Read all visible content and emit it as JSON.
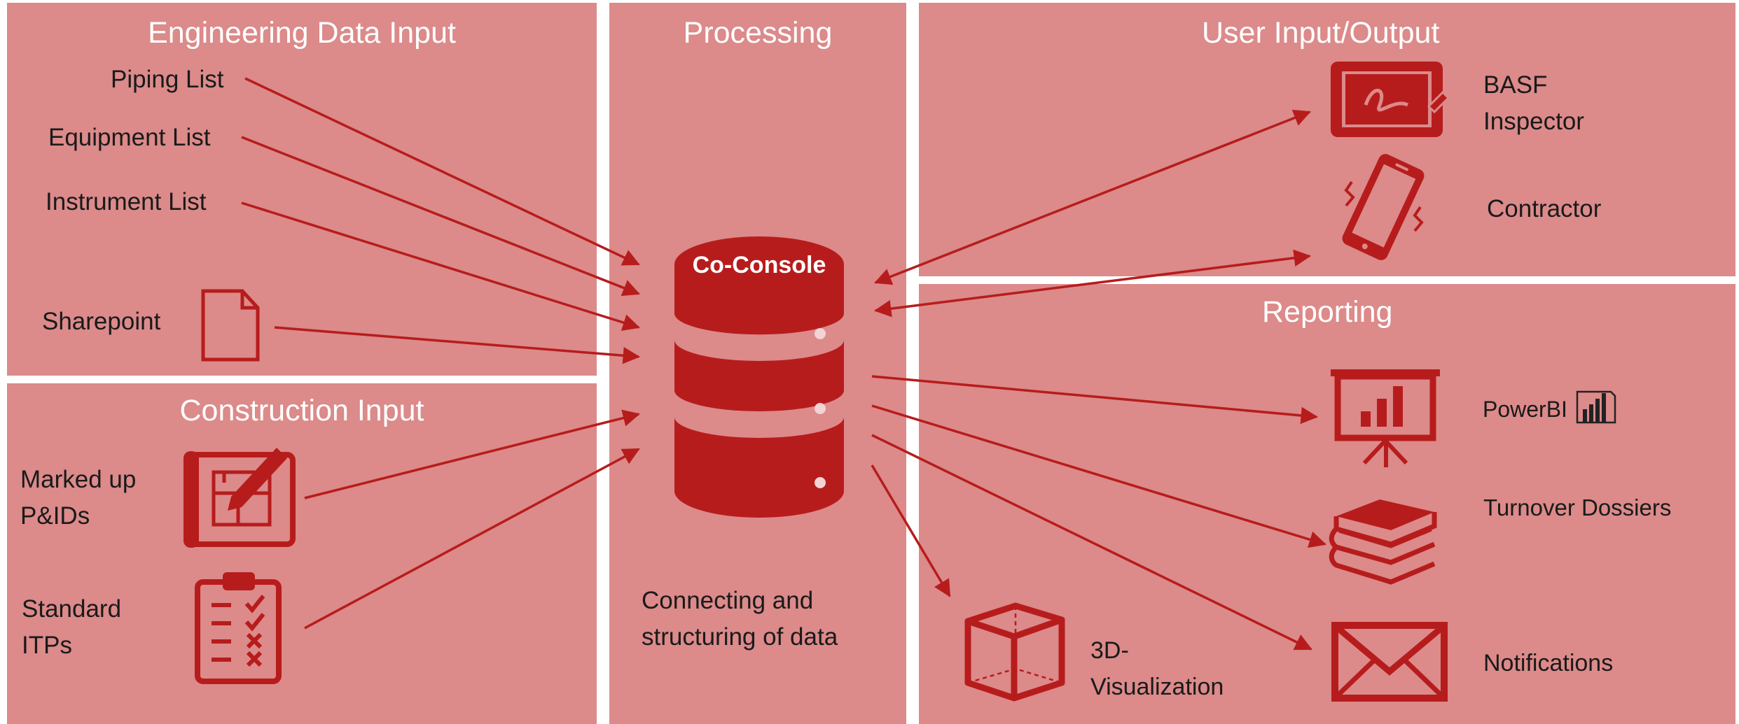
{
  "panels": {
    "engineering_input": {
      "title": "Engineering Data Input"
    },
    "processing": {
      "title": "Processing"
    },
    "user_io": {
      "title": "User Input/Output"
    },
    "construction_input": {
      "title": "Construction Input"
    },
    "reporting": {
      "title": "Reporting"
    }
  },
  "engineering_items": {
    "piping_list": "Piping List",
    "equipment_list": "Equipment List",
    "instrument_list": "Instrument List",
    "sharepoint": "Sharepoint"
  },
  "construction_items": {
    "marked_up_line1": "Marked up",
    "marked_up_line2": "P&IDs",
    "standard_line1": "Standard",
    "standard_line2": "ITPs"
  },
  "database": {
    "label": "Co-Console",
    "caption_line1": "Connecting  and",
    "caption_line2": "structuring  of data"
  },
  "user_io_items": {
    "basf_line1": "BASF",
    "basf_line2": "Inspector",
    "contractor": "Contractor"
  },
  "reporting_items": {
    "powerbi": "PowerBI",
    "turnover_dossiers": "Turnover Dossiers",
    "notifications": "Notifications",
    "viz_line1": "3D-",
    "viz_line2": "Visualization"
  },
  "colors": {
    "panel": "#dc8a8a",
    "accent": "#b71c1c",
    "title_text": "#ffffff",
    "body_text": "#1a1a1a"
  },
  "icons": [
    "document-icon",
    "blueprint-pencil-icon",
    "clipboard-checklist-icon",
    "database-icon",
    "tablet-pen-icon",
    "smartphone-vibrate-icon",
    "presentation-chart-icon",
    "powerbi-logo-icon",
    "books-stack-icon",
    "envelope-icon",
    "cube-3d-icon"
  ]
}
